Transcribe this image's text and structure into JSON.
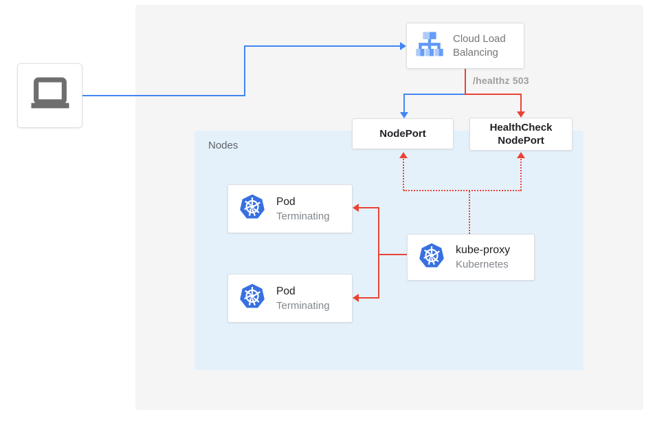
{
  "diagram": {
    "client": {
      "icon": "laptop-icon"
    },
    "cloud_load_balancing": {
      "label": "Cloud Load Balancing",
      "icon": "load-balancer-icon"
    },
    "healthz_label": "/healthz 503",
    "nodes_group": {
      "label": "Nodes"
    },
    "nodeport": {
      "label": "NodePort"
    },
    "healthcheck_nodeport": {
      "label": "HealthCheck NodePort"
    },
    "pods": [
      {
        "title": "Pod",
        "status": "Terminating",
        "icon": "kubernetes-icon"
      },
      {
        "title": "Pod",
        "status": "Terminating",
        "icon": "kubernetes-icon"
      }
    ],
    "kube_proxy": {
      "title": "kube-proxy",
      "subtitle": "Kubernetes",
      "icon": "kubernetes-icon"
    },
    "colors": {
      "traffic_blue": "#4285f4",
      "healthcheck_red": "#ea4335",
      "nodes_bg": "#e4f1fb",
      "canvas_bg": "#f5f5f6",
      "kubernetes_blue": "#326ce5"
    }
  }
}
